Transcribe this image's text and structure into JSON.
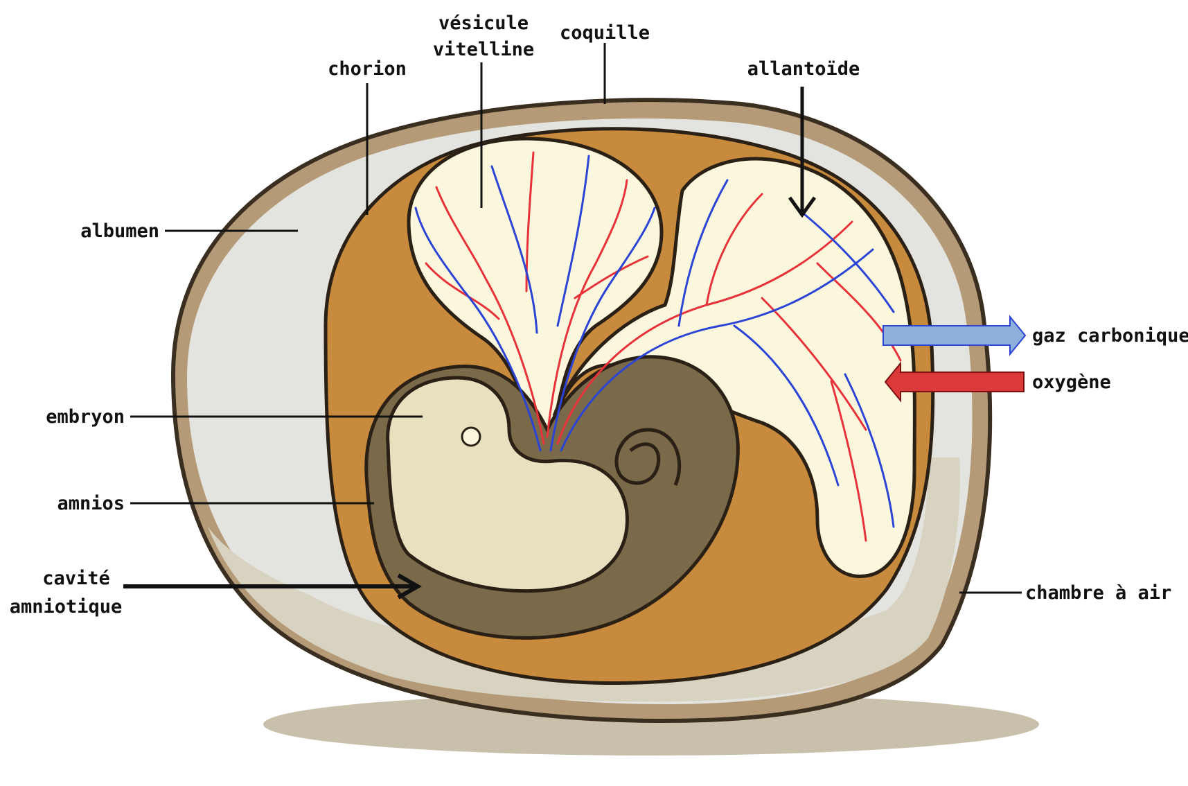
{
  "labels": {
    "vesicule_line1": "vésicule",
    "vesicule_line2": "vitelline",
    "coquille": "coquille",
    "chorion": "chorion",
    "allantoide": "allantoïde",
    "albumen": "albumen",
    "gaz_carbonique": "gaz carbonique",
    "oxygene": "oxygène",
    "embryon": "embryon",
    "amnios": "amnios",
    "cavite_line1": "cavité",
    "cavite_line2": "amniotique",
    "chambre_a_air": "chambre à air"
  },
  "colors": {
    "shell": "#b49a76",
    "albumen": "#e3e3df",
    "chorion": "#c88a3c",
    "yolk_sac": "#fbf7dd",
    "allantois": "#fbf7dd",
    "amnion": "#7a6a4a",
    "embryo": "#e8e1c0",
    "air_chamber": "#d8d2c0",
    "shadow": "#c8c0aa",
    "artery": "#e8323a",
    "vein": "#2b44d6",
    "co2_arrow": "#8db0dc",
    "o2_arrow": "#dc3a3a"
  }
}
